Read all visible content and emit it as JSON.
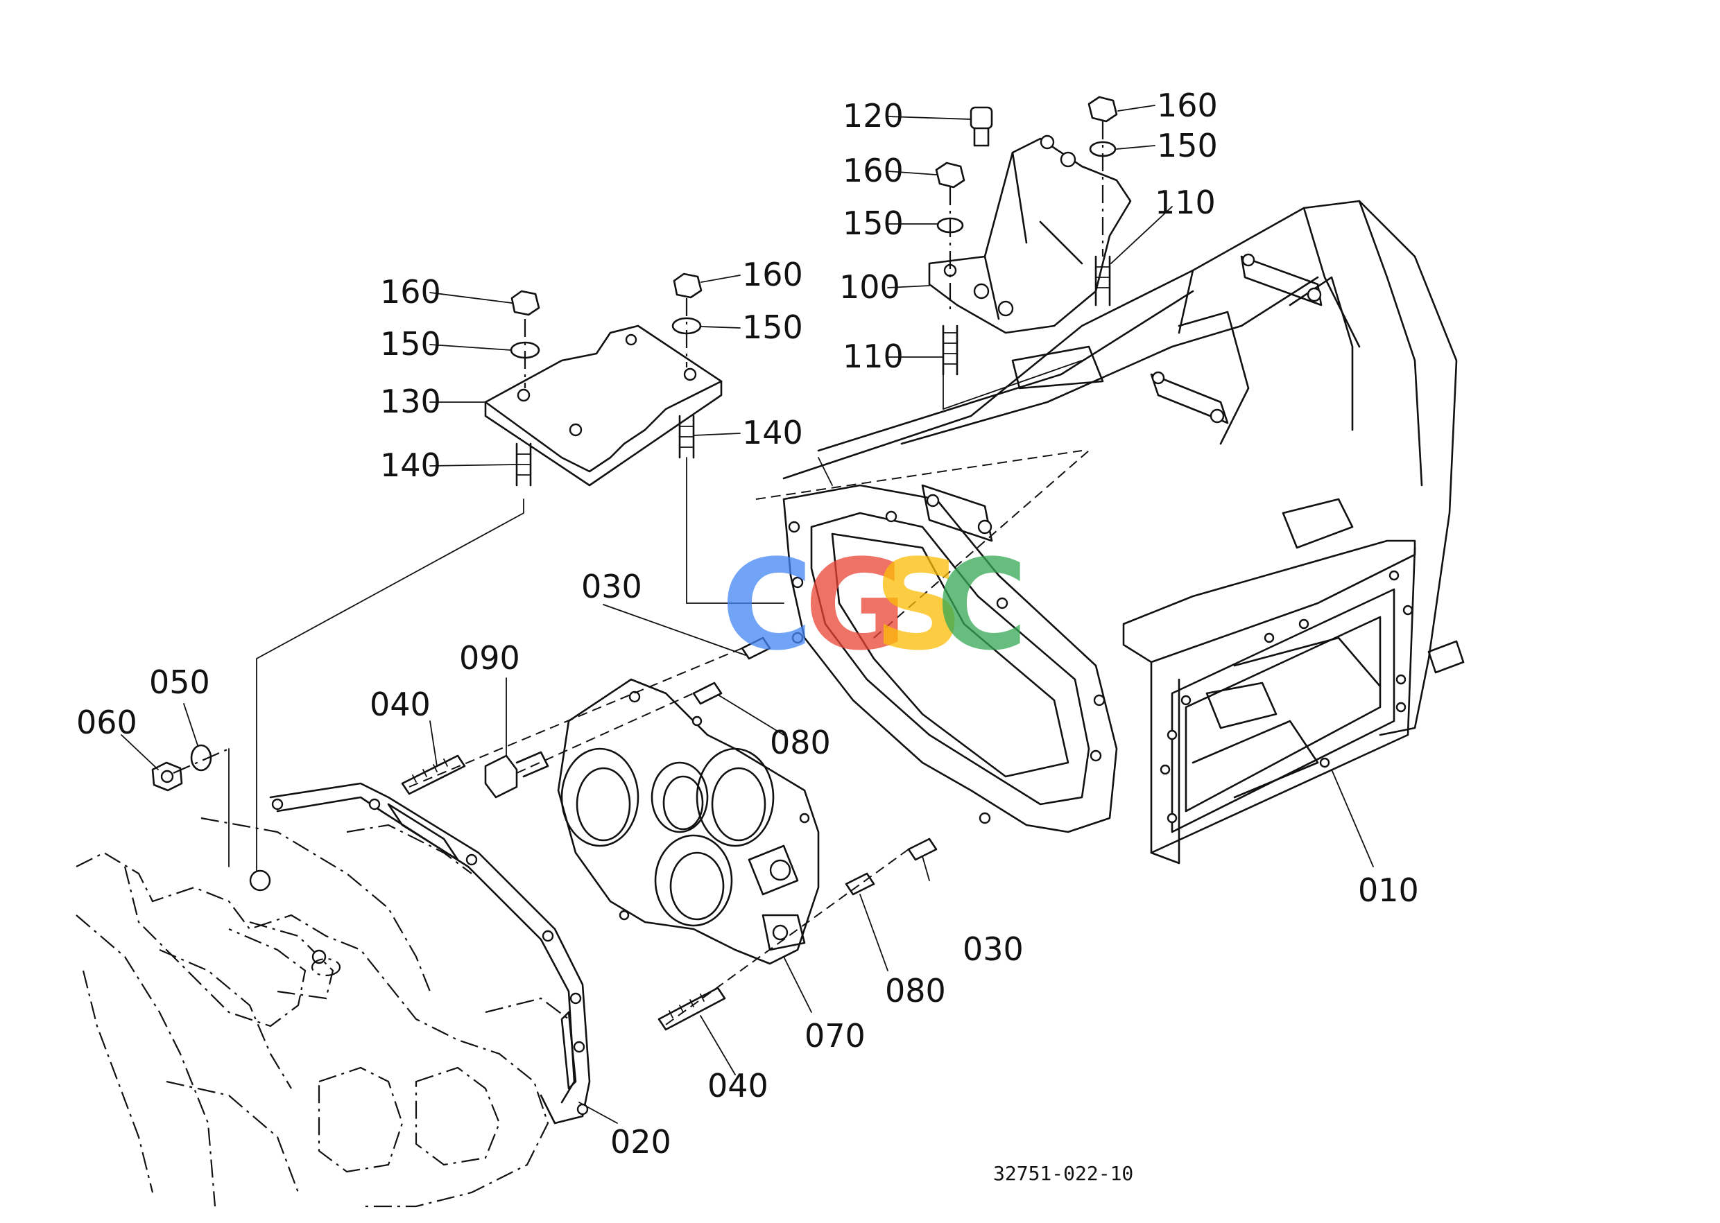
{
  "drawing_code": "32751-022-10",
  "watermark": {
    "letters": [
      "C",
      "G",
      "S",
      "C"
    ],
    "colors": [
      "#4285F4",
      "#EA4335",
      "#FBBC05",
      "#34A853"
    ]
  },
  "parts": {
    "p010": "010",
    "p020": "020",
    "p030a": "030",
    "p030b": "030",
    "p040a": "040",
    "p040b": "040",
    "p050": "050",
    "p060": "060",
    "p070": "070",
    "p080a": "080",
    "p080b": "080",
    "p090": "090",
    "p100": "100",
    "p110a": "110",
    "p110b": "110",
    "p120": "120",
    "p130": "130",
    "p140a": "140",
    "p140b": "140",
    "p150a": "150",
    "p150b": "150",
    "p150c": "150",
    "p150d": "150",
    "p160a": "160",
    "p160b": "160",
    "p160c": "160",
    "p160d": "160"
  }
}
